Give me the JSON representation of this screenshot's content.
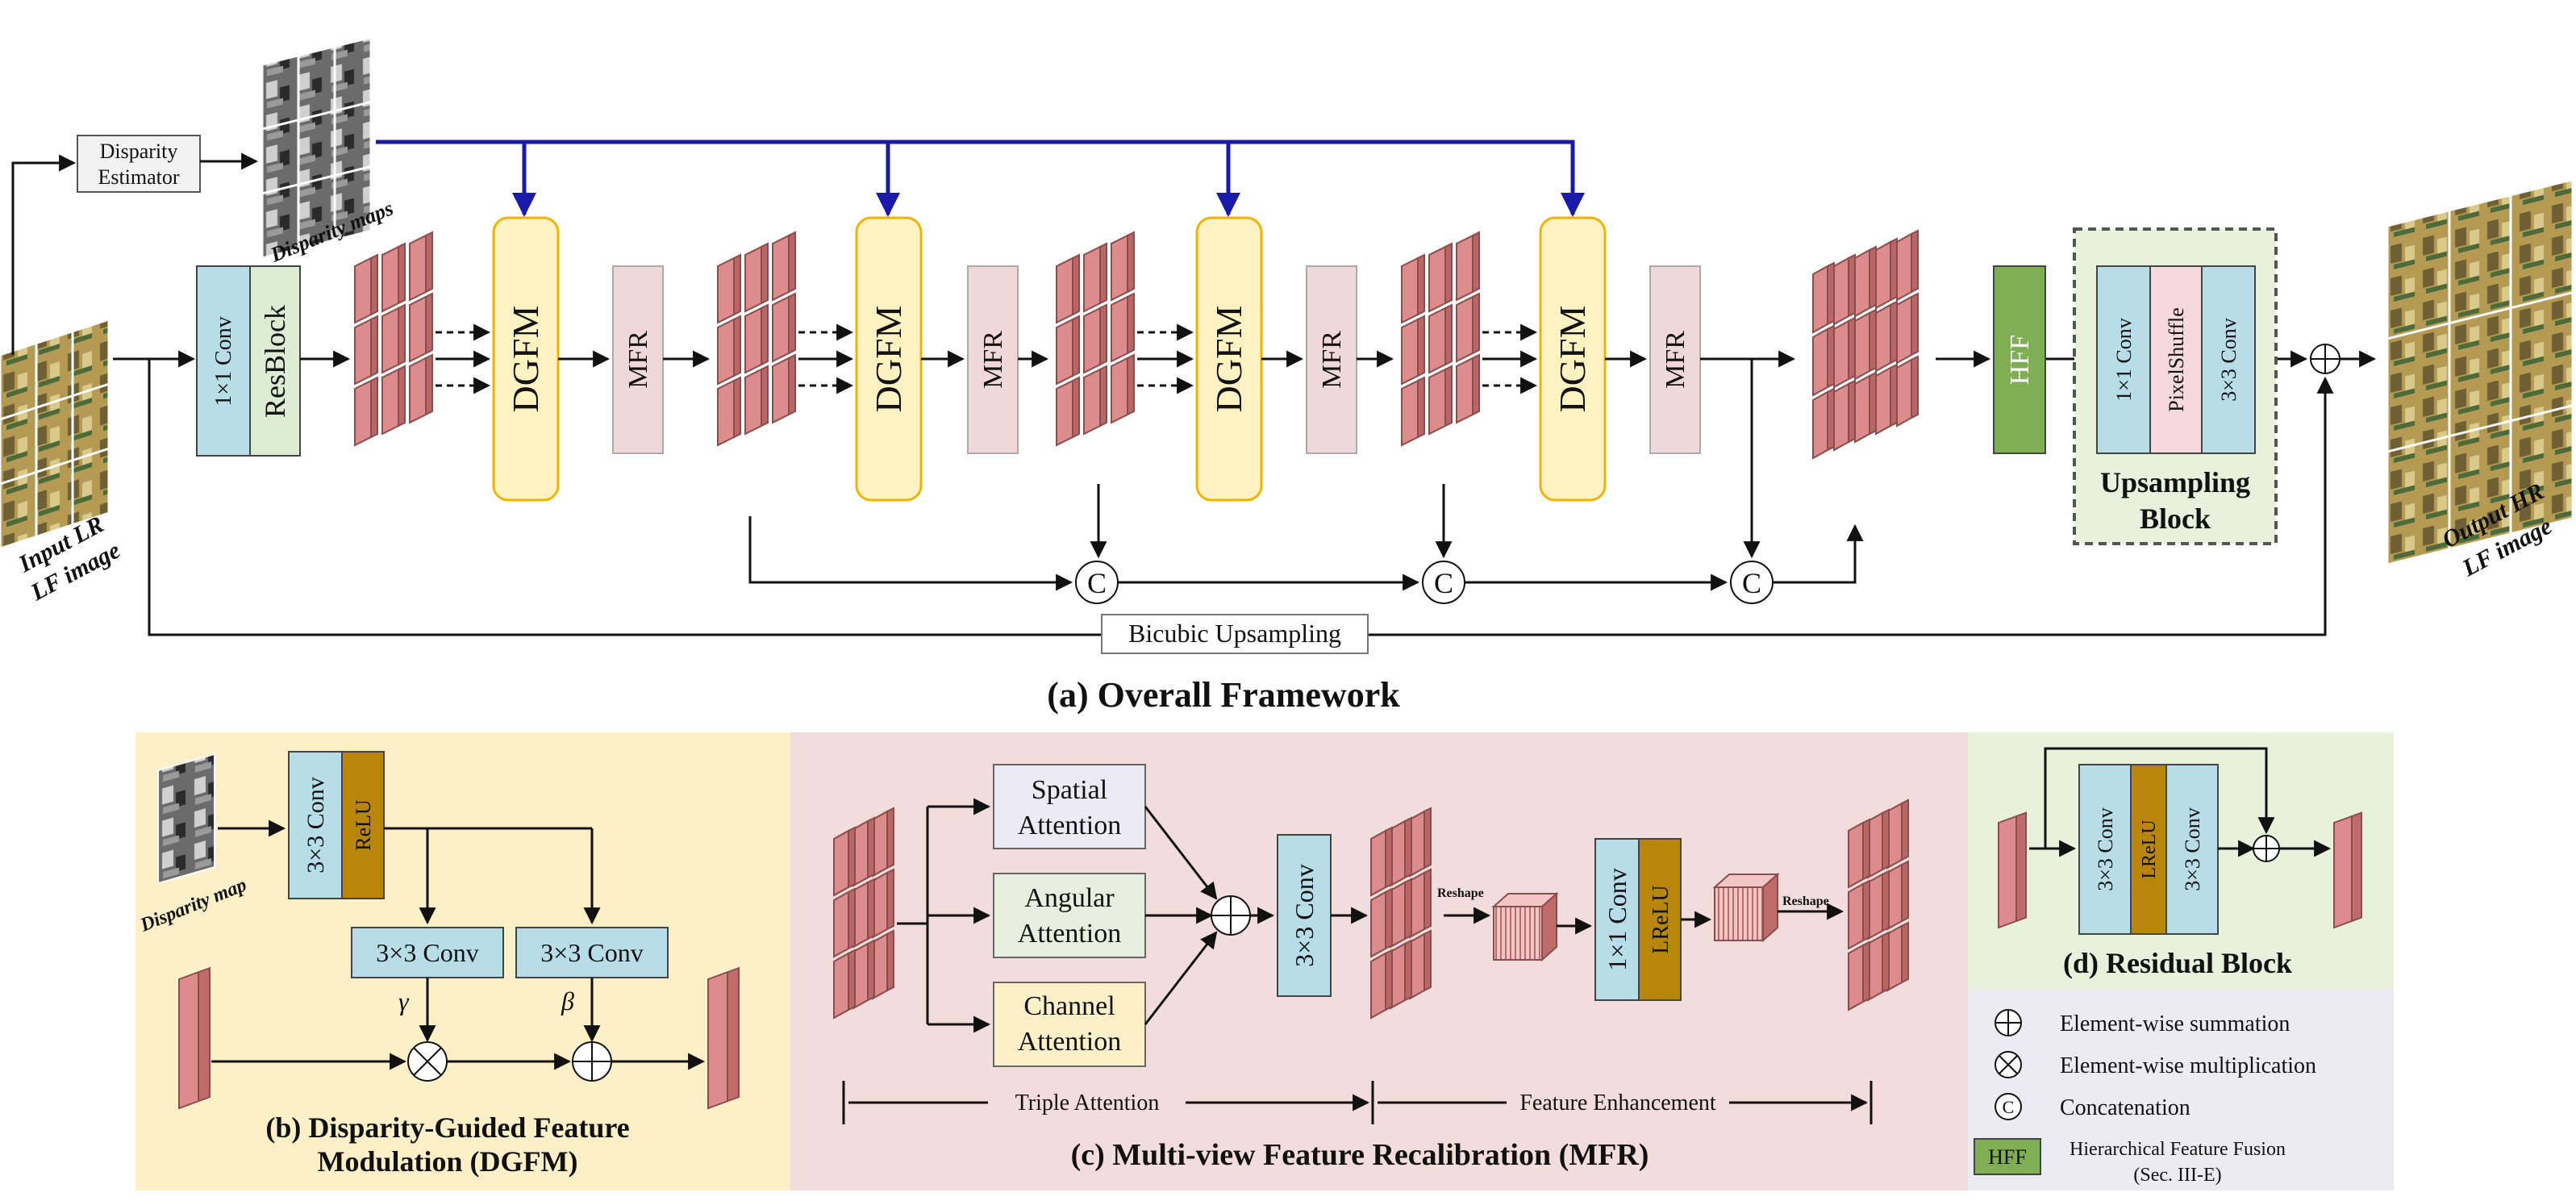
{
  "overall": {
    "caption": "(a) Overall Framework",
    "input_label": [
      "Input LR",
      "LF image"
    ],
    "output_label": [
      "Output HR",
      "LF image"
    ],
    "disparity_estimator": [
      "Disparity",
      "Estimator"
    ],
    "disparity_maps_label": "Disparity maps",
    "conv1x1": "1×1 Conv",
    "resblock": "ResBlock",
    "dgfm": "DGFM",
    "mfr": "MFR",
    "hff": "HFF",
    "concat_symbol": "C",
    "bicubic": "Bicubic Upsampling",
    "upsampling": {
      "title": [
        "Upsampling",
        "Block"
      ],
      "conv1": "1×1 Conv",
      "pixelshuffle": "PixelShuffle",
      "conv3": "3×3 Conv"
    }
  },
  "dgfm_panel": {
    "caption": [
      "(b) Disparity-Guided Feature",
      "Modulation (DGFM)"
    ],
    "disparity_map_label": "Disparity map",
    "conv3": "3×3 Conv",
    "relu": "ReLU",
    "gamma_conv": "3×3 Conv",
    "beta_conv": "3×3 Conv",
    "gamma": "γ",
    "beta": "β"
  },
  "mfr_panel": {
    "caption": "(c) Multi-view Feature Recalibration (MFR)",
    "spatial": [
      "Spatial",
      "Attention"
    ],
    "angular": [
      "Angular",
      "Attention"
    ],
    "channel": [
      "Channel",
      "Attention"
    ],
    "conv3": "3×3 Conv",
    "reshape1": "Reshape",
    "reshape2": "Reshape",
    "conv1": "1×1 Conv",
    "lrelu": "LReLU",
    "triple_attention": "Triple Attention",
    "feature_enhancement": "Feature Enhancement"
  },
  "residual_panel": {
    "caption": "(d) Residual Block",
    "conv_a": "3×3 Conv",
    "lrelu": "LReLU",
    "conv_b": "3×3 Conv"
  },
  "legend": {
    "sum": "Element-wise summation",
    "mult": "Element-wise multiplication",
    "concat": "Concatenation",
    "concat_symbol": "C",
    "hff_box": "HFF",
    "hff_desc": [
      "Hierarchical Feature Fusion",
      "(Sec. III-E)"
    ]
  },
  "colors": {
    "conv_blue": "#b7dde8",
    "resblock_green": "#dcebd4",
    "dgfm_yellow": "#fff2c2",
    "dgfm_border": "#f0b400",
    "mfr_pink": "#f0d8d8",
    "feature_pink": "#dc8c8c",
    "relu_gold": "#b8860b",
    "hff_green": "#7fae53",
    "panel_b_bg": "#fdf0c8",
    "panel_c_bg": "#f2dcdc",
    "panel_d_bg": "#e8f1dc",
    "legend_bg": "#ecebf3",
    "blue_arrow": "#1a1aa8",
    "pixelshuffle_pink": "#f5d9dc",
    "attention_spatial": "#ecebf5",
    "attention_angular": "#e7f0df",
    "attention_channel": "#fdf0c8"
  }
}
